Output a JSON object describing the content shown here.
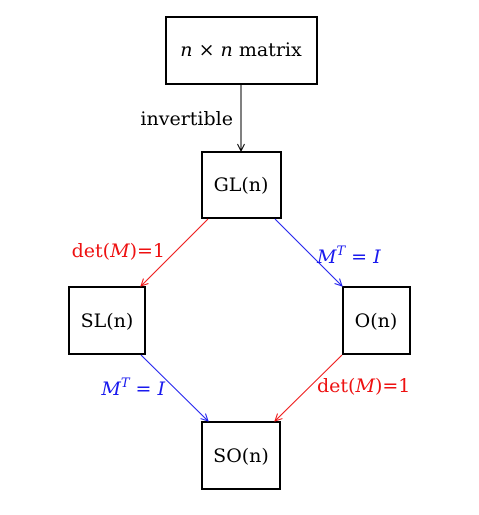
{
  "colors": {
    "black": "#000000",
    "red": "#ee1111",
    "blue": "#1a1aee"
  },
  "nodes": {
    "matrix": {
      "pre": "n",
      "op": " × ",
      "mid": "n",
      "post": " matrix"
    },
    "gl": "GL(n)",
    "sl": "SL(n)",
    "o": "O(n)",
    "so": "SO(n)"
  },
  "edges": {
    "invertible": "invertible",
    "det_fn": "det(",
    "det_var": "M",
    "det_tail": ")=1",
    "mtm_m": "M",
    "mtm_sup": "T",
    "mtm_eq": " = ",
    "mtm_i": "I"
  }
}
